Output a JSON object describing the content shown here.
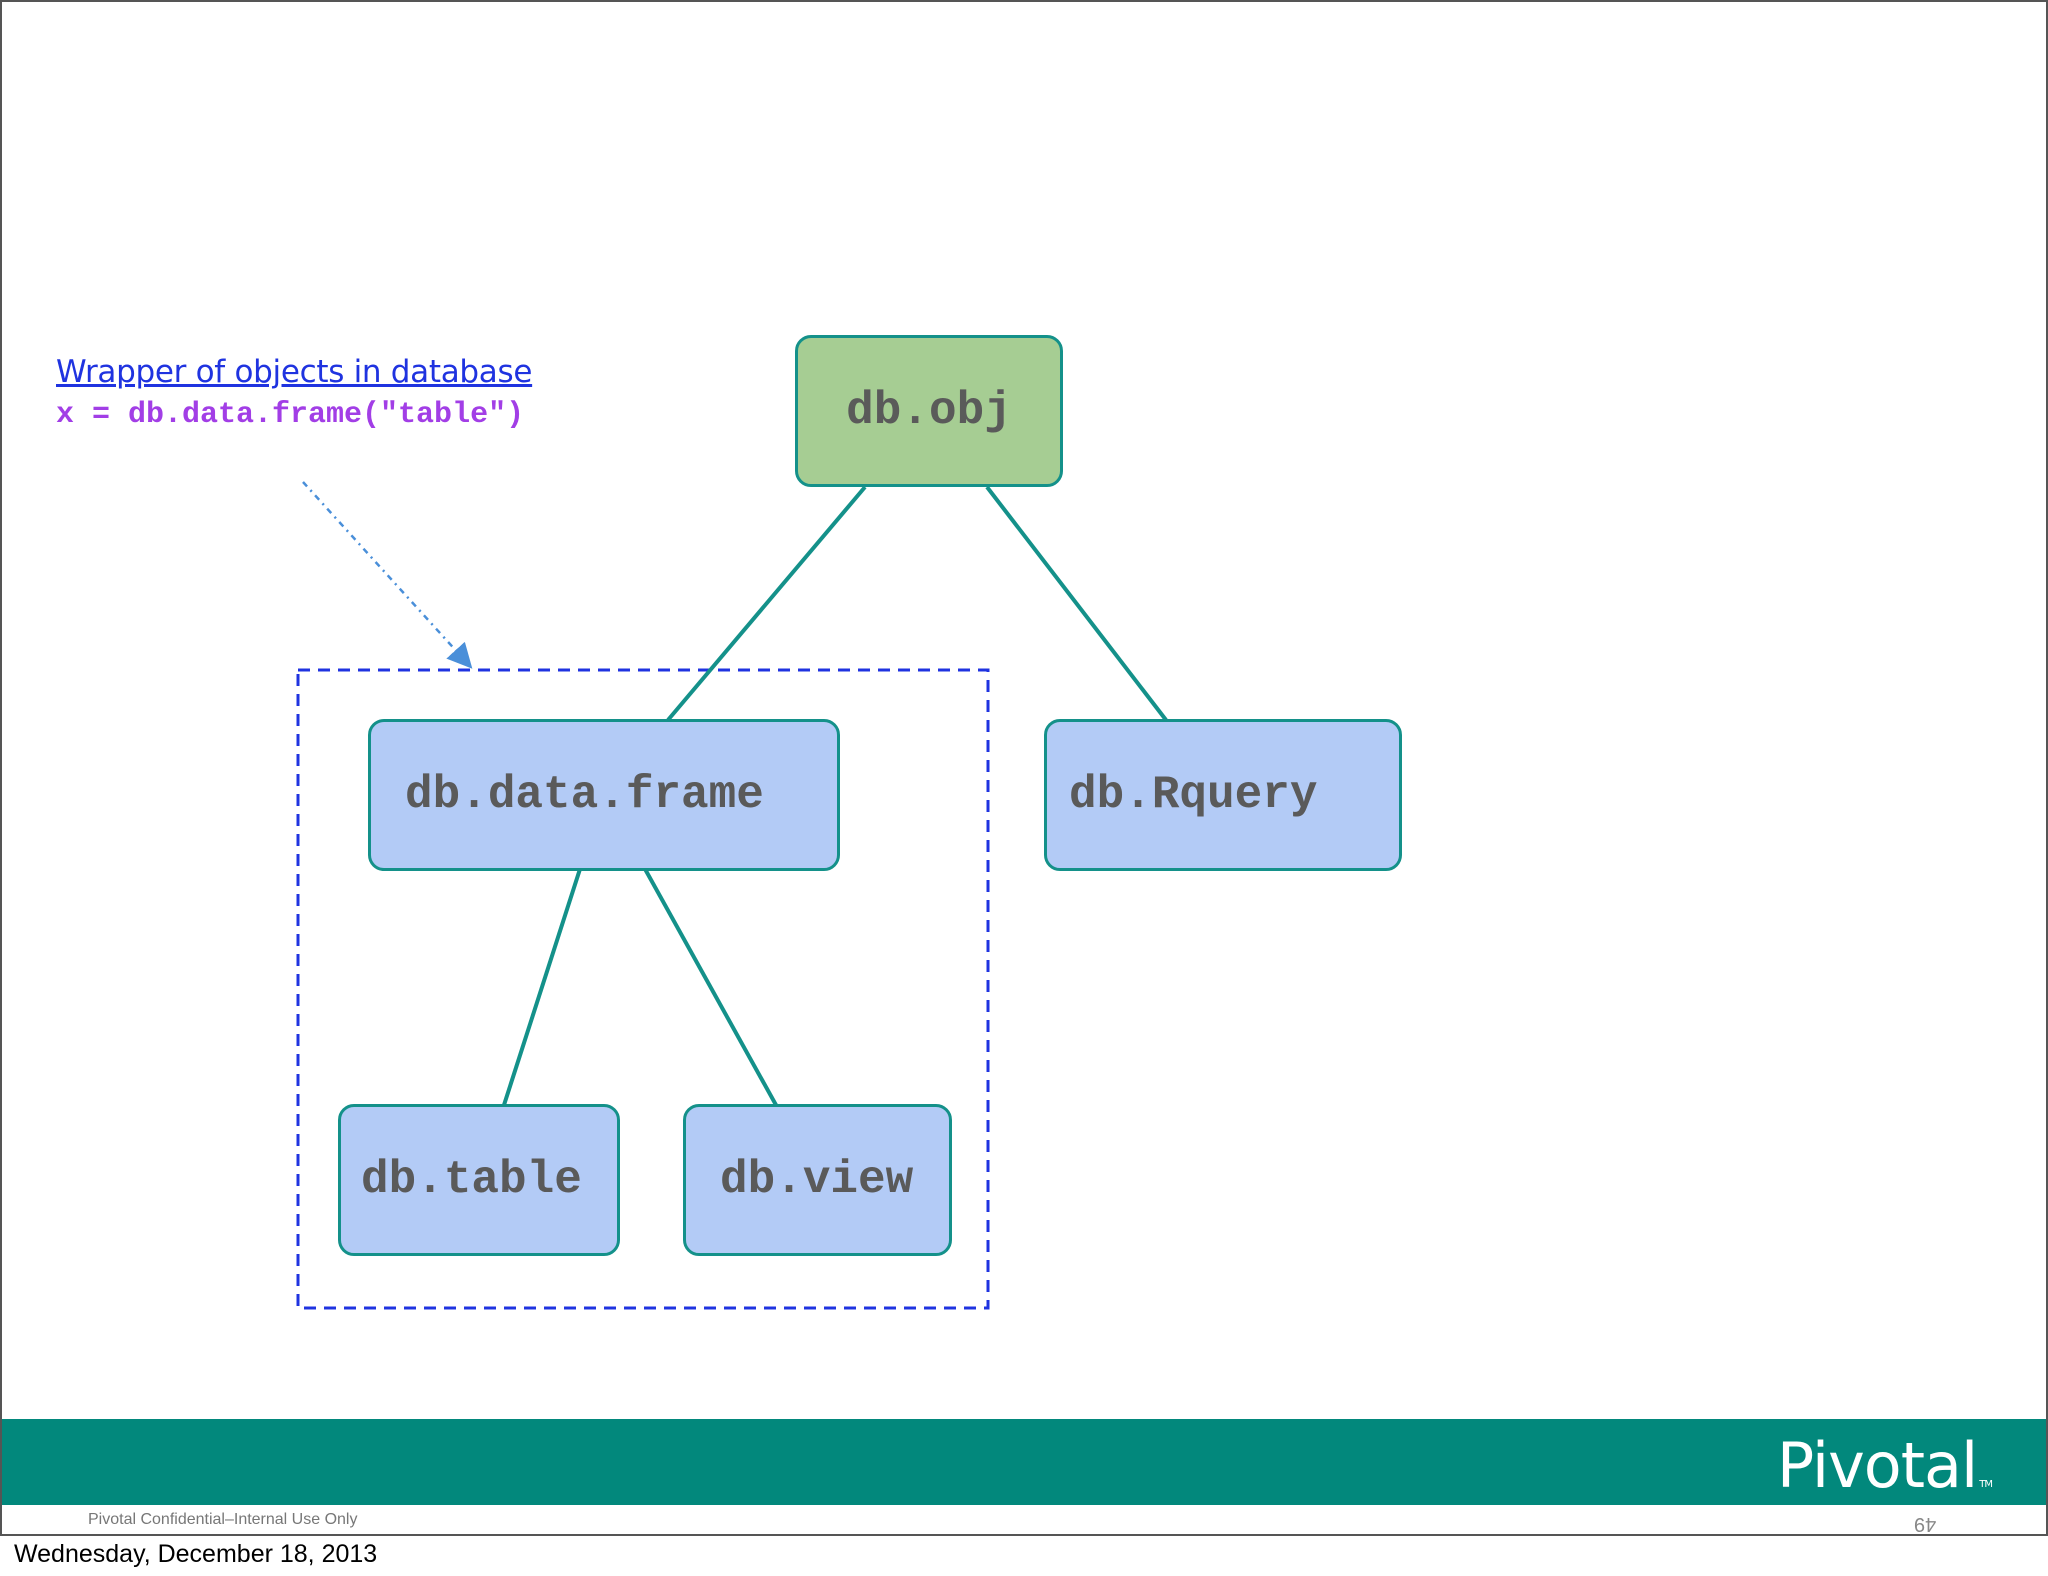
{
  "annotation": {
    "title": "Wrapper of objects in database",
    "code": "x = db.data.frame(\"table\")"
  },
  "nodes": {
    "root": "db.obj",
    "data_frame": "db.data.frame",
    "rquery": "db.Rquery",
    "table": "db.table",
    "view": "db.view"
  },
  "footer": {
    "logo": "Pivotal",
    "logo_mark": "TM",
    "confidential": "Pivotal Confidential–Internal Use Only",
    "page_number": "49"
  },
  "date_caption": "Wednesday, December 18, 2013",
  "colors": {
    "root_fill": "#a6cd93",
    "child_fill": "#b3cbf6",
    "node_border": "#14918a",
    "connector": "#14918a",
    "group_border": "#1f33e0",
    "arrow": "#4a8fd9",
    "annotation_title": "#1f33e0",
    "annotation_code": "#a23ee6",
    "footer_band": "#02887c"
  }
}
